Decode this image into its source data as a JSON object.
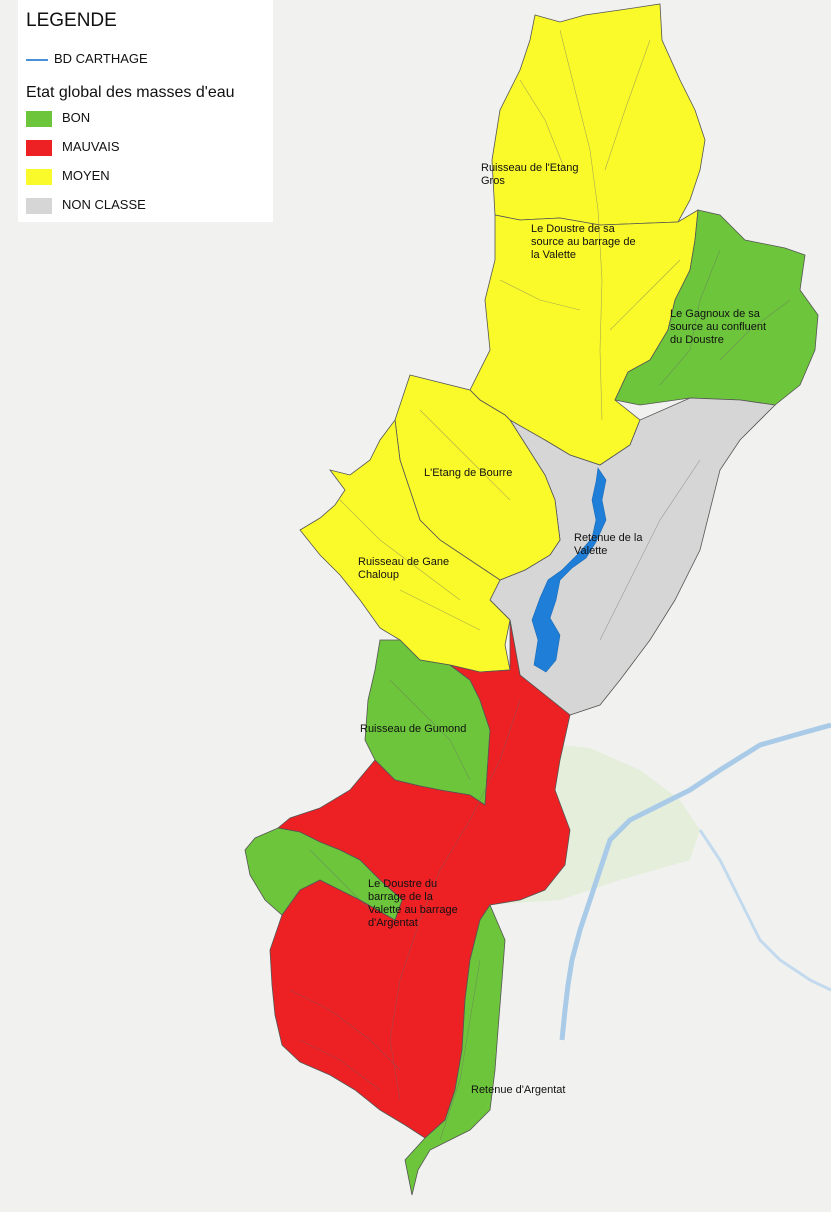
{
  "legend": {
    "title": "LEGENDE",
    "line_label": "BD CARTHAGE",
    "subtitle": "Etat global des masses d'eau",
    "items": [
      {
        "label": "BON",
        "color": "#6cc53b"
      },
      {
        "label": "MAUVAIS",
        "color": "#ed2024"
      },
      {
        "label": "MOYEN",
        "color": "#fafa2a"
      },
      {
        "label": "NON CLASSE",
        "color": "#d6d6d6"
      }
    ]
  },
  "colors": {
    "river": "#4a90d9",
    "reservoir": "#1f7fd8",
    "background": "#f1f2ef",
    "lower_area": "#e4eedb"
  },
  "regions": [
    {
      "name": "Ruisseau de l'Etang Gros",
      "status": "MOYEN"
    },
    {
      "name": "Le Doustre de sa source au barrage de la Valette",
      "status": "MOYEN"
    },
    {
      "name": "Le Gagnoux de sa source au confluent du Doustre",
      "status": "BON"
    },
    {
      "name": "L'Etang de Bourre",
      "status": "MOYEN"
    },
    {
      "name": "Retenue de la Valette",
      "status": "NON CLASSE"
    },
    {
      "name": "Ruisseau de Gane Chaloup",
      "status": "MOYEN"
    },
    {
      "name": "Ruisseau de Gumond",
      "status": "BON"
    },
    {
      "name": "Le Doustre du barrage de la Valette au barrage d'Argentat",
      "status": "MAUVAIS"
    },
    {
      "name": "Retenue d'Argentat",
      "status": "BON"
    }
  ],
  "labels": {
    "etang_gros": [
      "Ruisseau de l'Etang",
      "Gros"
    ],
    "doustre_amont": [
      "Le Doustre de sa",
      "source au barrage de",
      "la Valette"
    ],
    "gagnoux": [
      "Le Gagnoux de sa",
      "source au confluent",
      "du Doustre"
    ],
    "etang_bourre": "L'Etang de Bourre",
    "retenue_valette": [
      "Retenue de la",
      "Valette"
    ],
    "gane_chaloup": [
      "Ruisseau de Gane",
      "Chaloup"
    ],
    "gumond": "Ruisseau de Gumond",
    "doustre_aval": [
      "Le Doustre du",
      "barrage de la",
      "Valette au barrage",
      "d'Argentat"
    ],
    "retenue_argentat": "Retenue d'Argentat"
  }
}
